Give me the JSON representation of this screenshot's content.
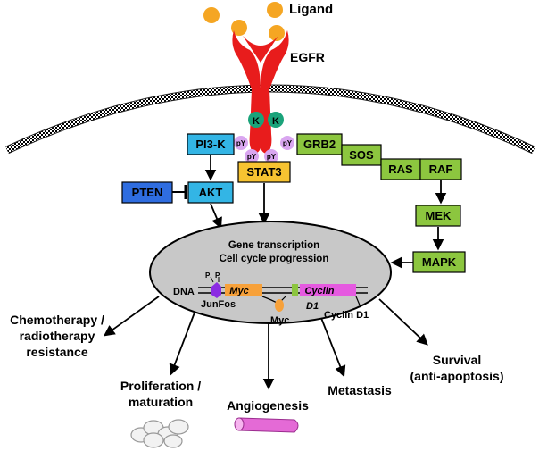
{
  "labels": {
    "ligand": "Ligand",
    "receptor": "EGFR",
    "kinase_k": "K",
    "py": "pY",
    "pi3k": "PI3-K",
    "akt": "AKT",
    "pten": "PTEN",
    "stat3": "STAT3",
    "grb2": "GRB2",
    "sos": "SOS",
    "ras": "RAS",
    "raf": "RAF",
    "mek": "MEK",
    "mapk": "MAPK",
    "nucleus_line1": "Gene transcription",
    "nucleus_line2": "Cell cycle progression",
    "dna": "DNA",
    "p": "P",
    "junfos": "JunFos",
    "myc_gene": "Myc",
    "myc_protein": "Myc",
    "cyclin_gene_line1": "Cyclin",
    "cyclin_gene_line2": "D1",
    "cyclin_protein": "Cyclin D1"
  },
  "outcomes": {
    "chemo_line1": "Chemotherapy /",
    "chemo_line2": "radiotherapy",
    "chemo_line3": "resistance",
    "prolif_line1": "Proliferation /",
    "prolif_line2": "maturation",
    "angio": "Angiogenesis",
    "metastasis": "Metastasis",
    "survival_line1": "Survival",
    "survival_line2": "(anti-apoptosis)"
  },
  "colors": {
    "ligand": "#f5a623",
    "receptor": "#e81c1c",
    "kinase": "#1aa37a",
    "py": "#d9a6f0",
    "pi3k_akt": "#33b5e5",
    "pten": "#2f6de0",
    "stat3": "#f7c331",
    "mapk_pathway": "#8cc63f",
    "nucleus": "#c8c8c8",
    "myc": "#f7a13a",
    "cyclin": "#e55ae0",
    "vessel": "#e46ad6"
  }
}
